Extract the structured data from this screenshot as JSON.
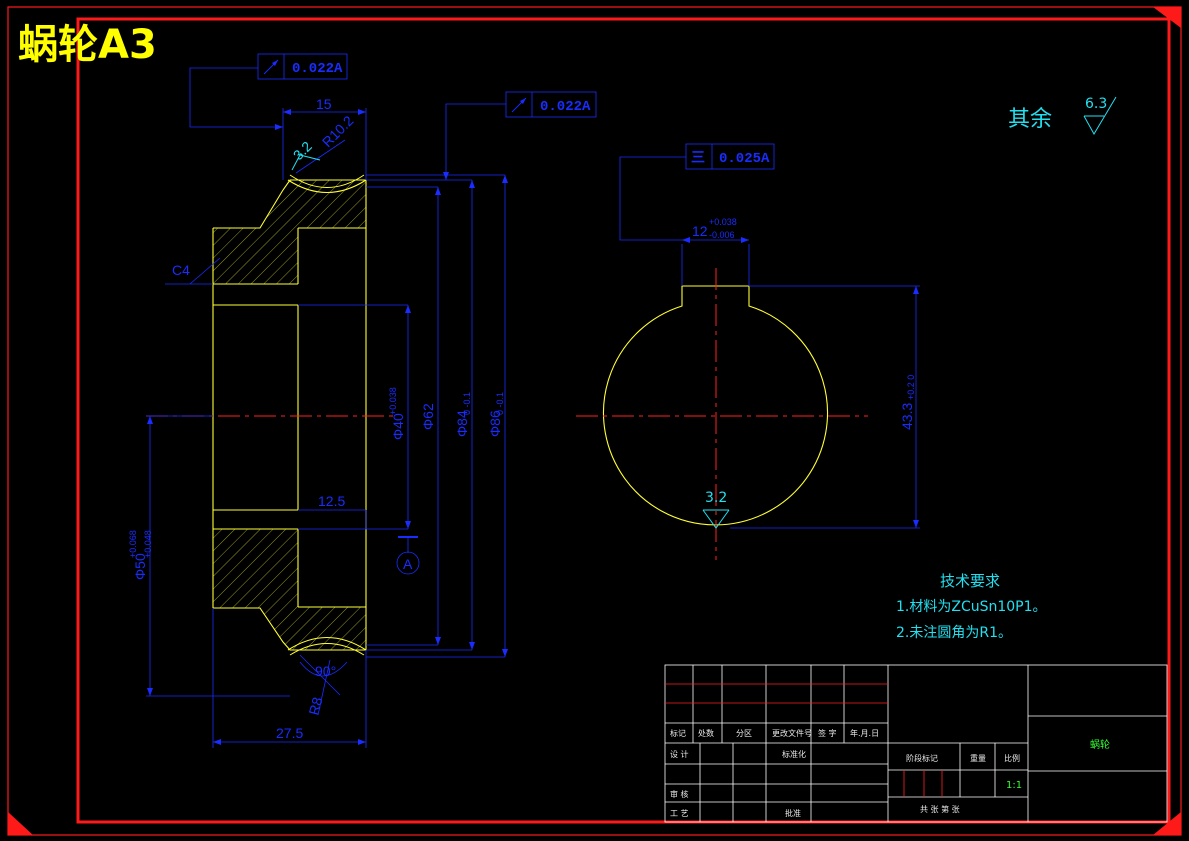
{
  "title": "蜗轮A3",
  "tolerance_frames": {
    "top_left": {
      "value": "0.022",
      "datum": "A"
    },
    "top_middle": {
      "value": "0.022",
      "datum": "A"
    },
    "keyway": {
      "symbol": "三",
      "value": "0.025",
      "datum": "A"
    }
  },
  "dimensions": {
    "width_top": "15",
    "chamfer": "C4",
    "roughness_rim": "3.2",
    "radius": "R10.2",
    "diameter_bore": "Φ40",
    "bore_tol": "+0.038",
    "diameter_62": "Φ62",
    "d84": "Φ84",
    "d84_tol": "0 -0.1",
    "d86": "Φ86",
    "d86_tol": "0 -0.1",
    "hub_width": "12.5",
    "datum": "A",
    "d50": "Φ50",
    "d50_tol_up": "+0.068",
    "d50_tol_lo": "+0.048",
    "angle": "90°",
    "r8": "R8",
    "width_bottom": "27.5",
    "key_width": "12",
    "key_tol_up": "+0.038",
    "key_tol_lo": "-0.006",
    "key_depth": "43.3",
    "key_depth_tol": "+0.2 0",
    "roughness_key": "3.2"
  },
  "surface": {
    "label": "其余",
    "value": "6.3"
  },
  "tech": {
    "heading": "技术要求",
    "line1": "1.材料为ZCuSn10P1。",
    "line2": "2.未注圆角为R1。"
  },
  "title_block": {
    "h1": "标记",
    "h2": "处数",
    "h3": "分区",
    "h4": "更改文件号",
    "h5": "签 字",
    "h6": "年.月.日",
    "design": "设 计",
    "standard": "标准化",
    "stage": "阶段标记",
    "weight": "重量",
    "scale": "比例",
    "scale_value": "1:1",
    "check": "审 核",
    "process": "工 艺",
    "approve": "批准",
    "sheets": "共  张  第  张",
    "part_name": "蜗轮"
  }
}
